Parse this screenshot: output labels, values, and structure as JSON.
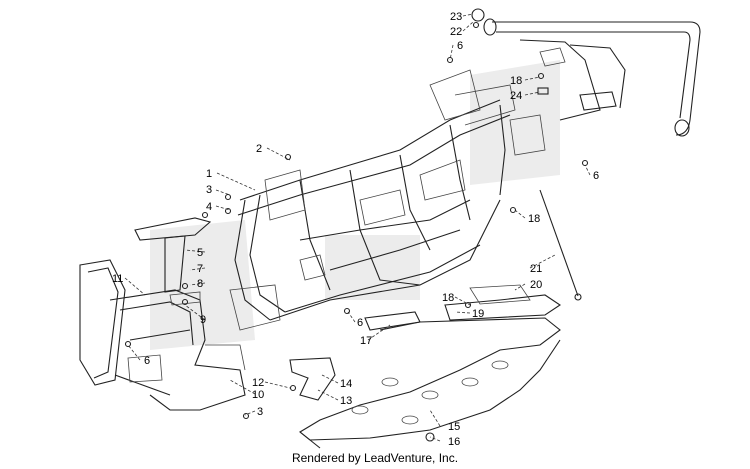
{
  "callouts": [
    "1",
    "2",
    "3",
    "4",
    "5",
    "6",
    "7",
    "8",
    "9",
    "10",
    "11",
    "12",
    "13",
    "14",
    "15",
    "16",
    "17",
    "18",
    "19",
    "20",
    "21",
    "22",
    "23",
    "24"
  ],
  "credit": "Rendered by LeadVenture, Inc."
}
